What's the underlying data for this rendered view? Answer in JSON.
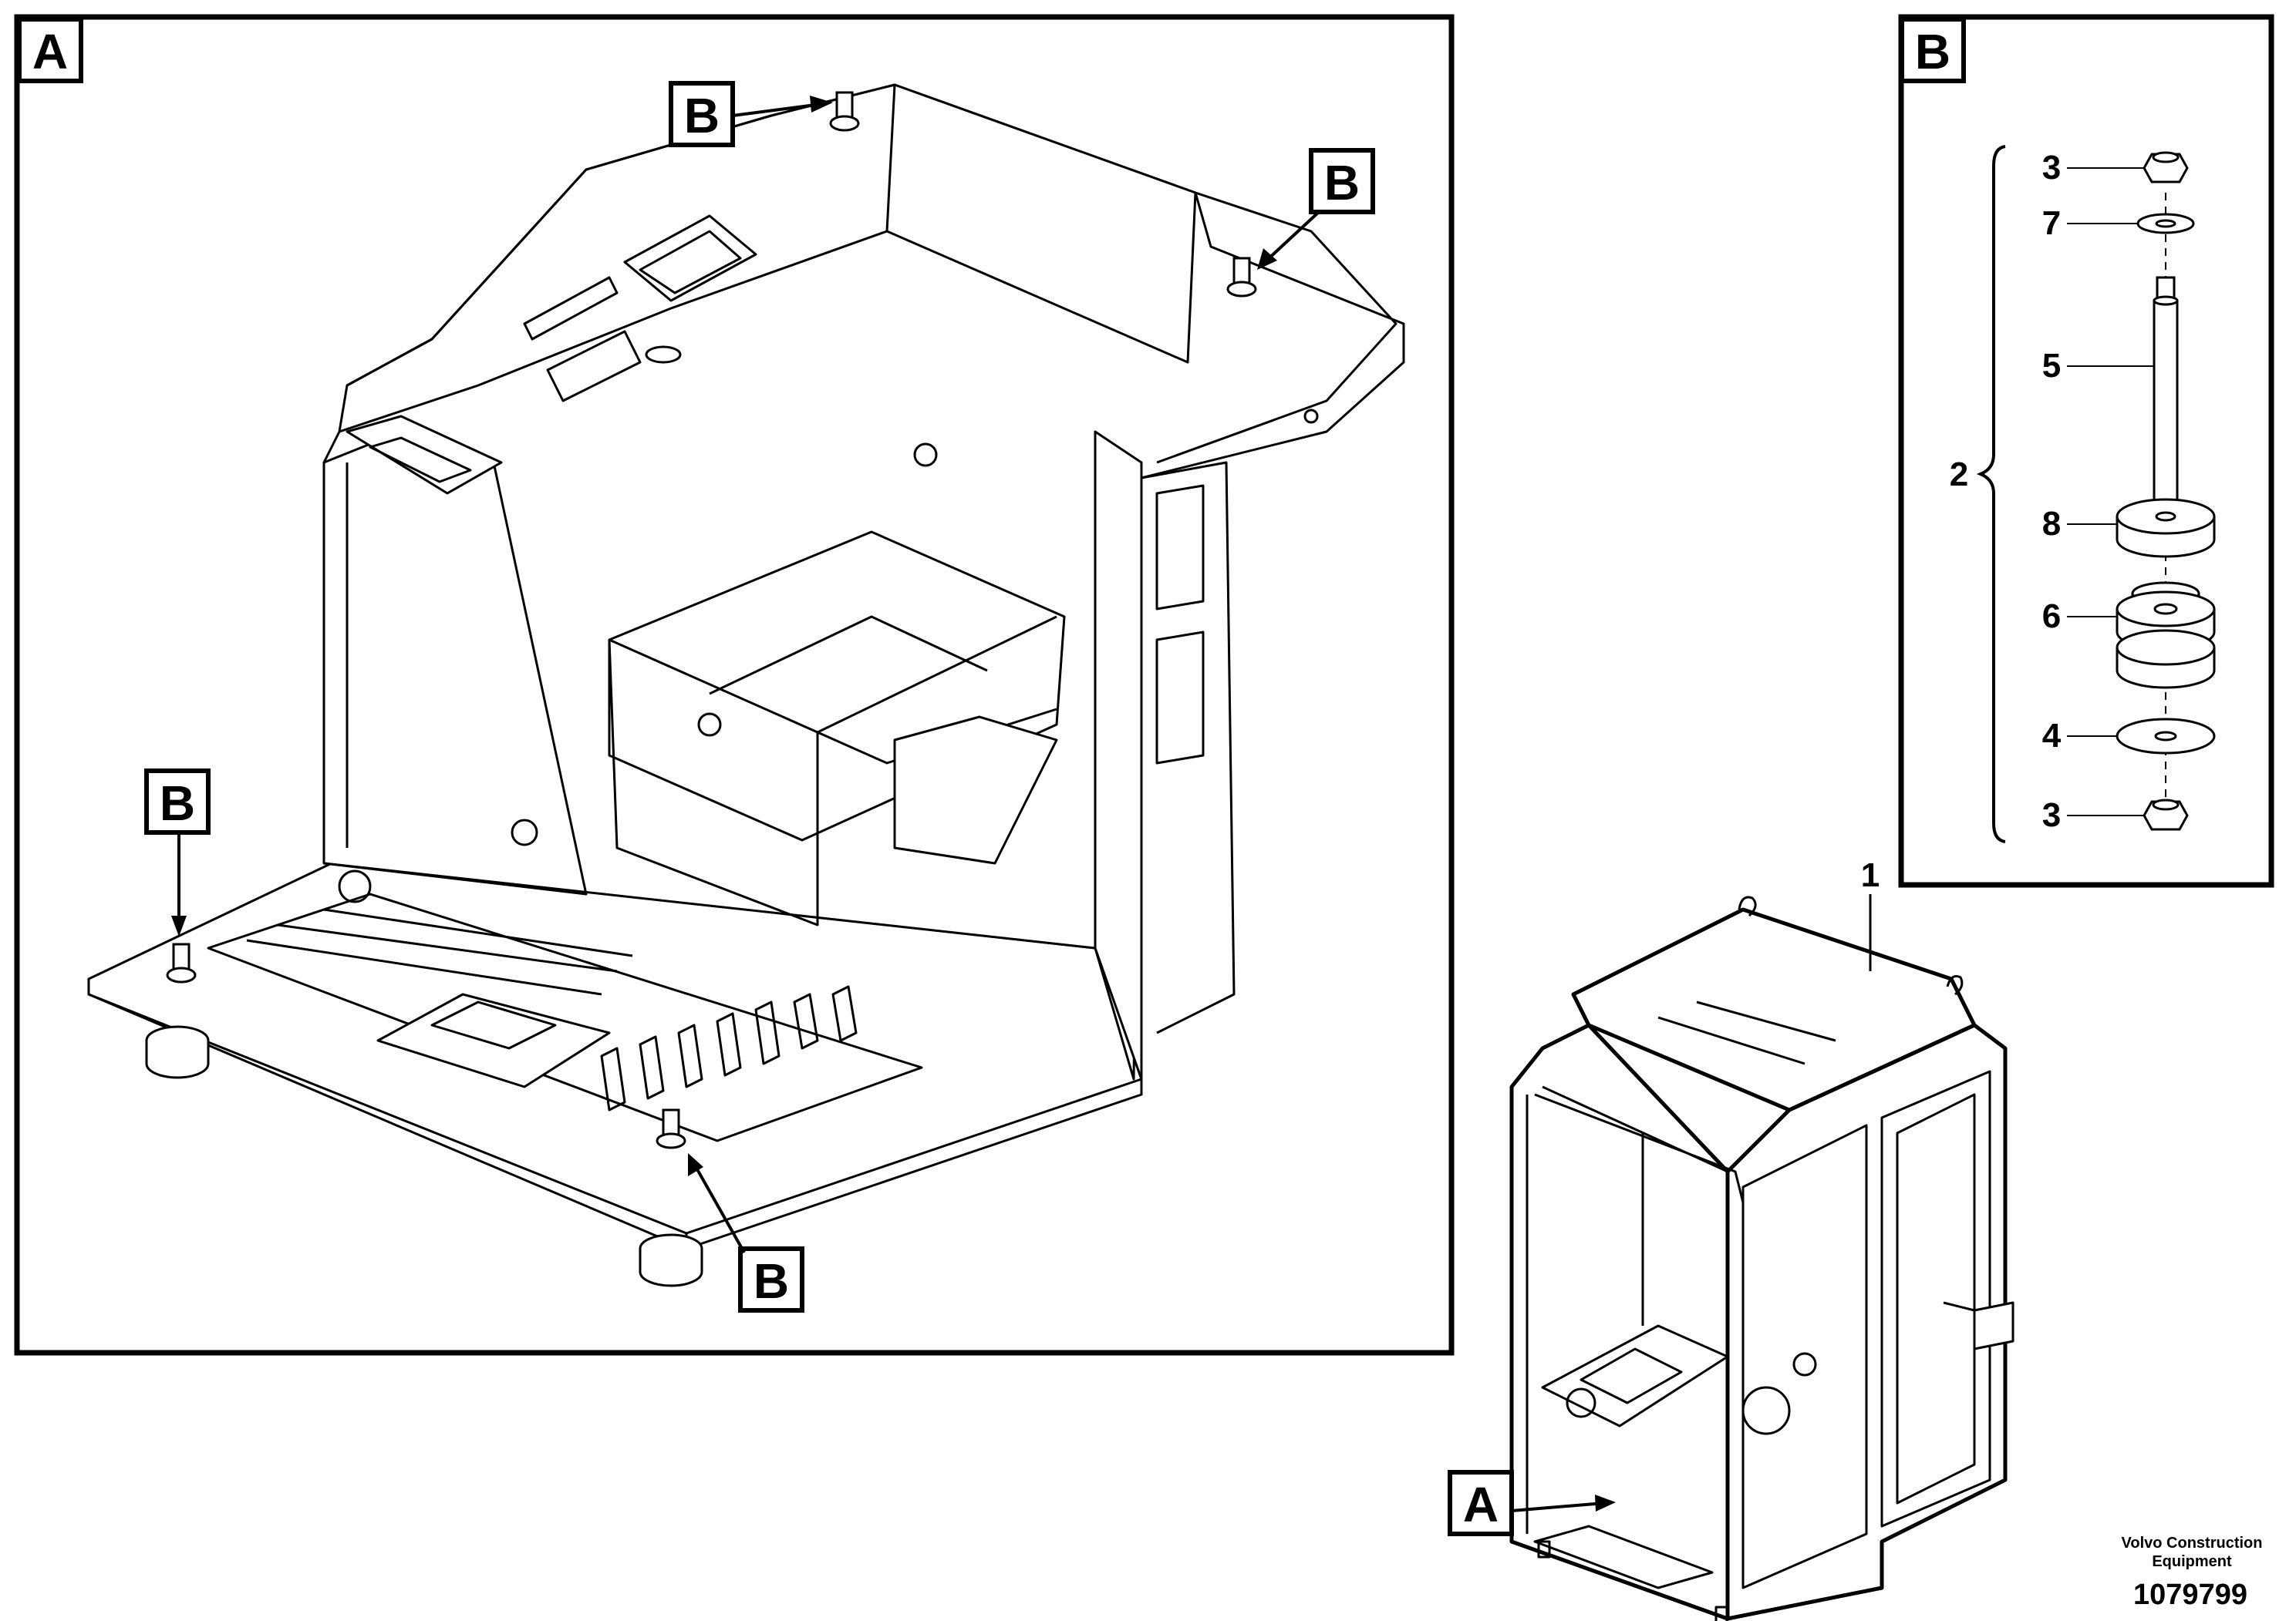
{
  "panels": {
    "a": {
      "label": "A"
    },
    "b": {
      "label": "B"
    }
  },
  "callouts": {
    "b_label": "B",
    "a_label": "A"
  },
  "part_numbers": {
    "nut_top": "3",
    "washer_small": "7",
    "sleeve": "5",
    "kit": "2",
    "rubber_pad": "8",
    "rubber_mount": "6",
    "washer_large": "4",
    "nut_bottom": "3",
    "cab": "1"
  },
  "footer": {
    "brand_line1": "Volvo Construction",
    "brand_line2": "Equipment",
    "ref_number": "1079799"
  }
}
